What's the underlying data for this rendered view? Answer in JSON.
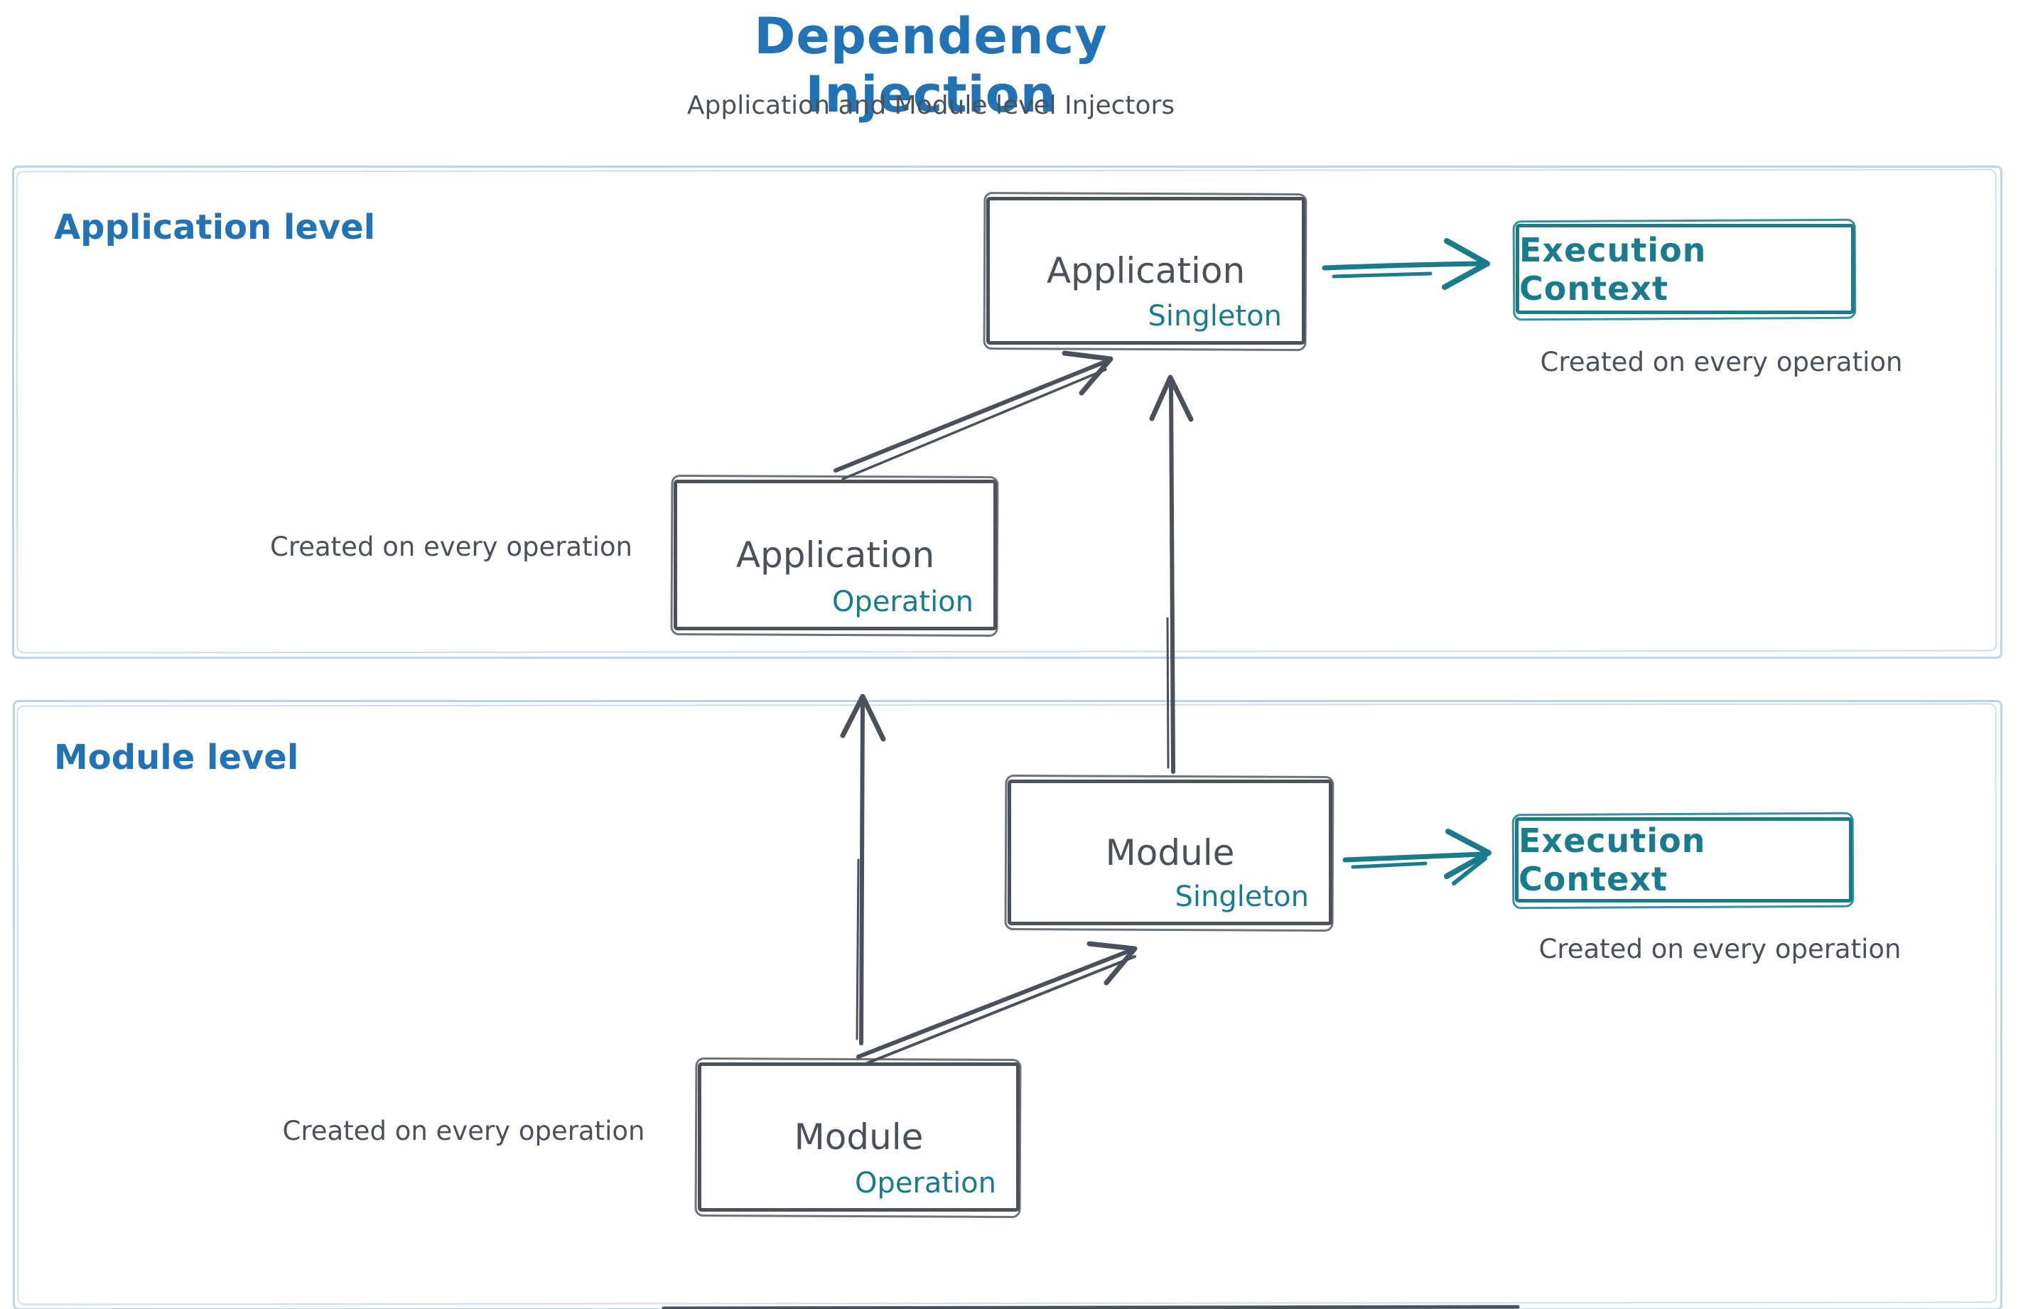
{
  "title": "Dependency Injection",
  "subtitle": "Application and Module level Injectors",
  "colors": {
    "accent_blue": "#2173b6",
    "ink_gray": "#4a515a",
    "teal": "#1a7b8d",
    "container_border": "#bcd3ef"
  },
  "sections": {
    "application": {
      "label": "Application level"
    },
    "module": {
      "label": "Module level"
    }
  },
  "nodes": {
    "app_singleton": {
      "title": "Application",
      "badge": "Singleton"
    },
    "app_operation": {
      "title": "Application",
      "badge": "Operation"
    },
    "module_singleton": {
      "title": "Module",
      "badge": "Singleton"
    },
    "module_operation": {
      "title": "Module",
      "badge": "Operation"
    },
    "ec_app": {
      "title": "Execution Context"
    },
    "ec_module": {
      "title": "Execution Context"
    }
  },
  "annotations": {
    "app_right": "Created on every operation",
    "app_left": "Created on every operation",
    "module_right": "Created on every operation",
    "module_left": "Created on every operation"
  },
  "edges": [
    {
      "from": "application-operation",
      "to": "application-singleton"
    },
    {
      "from": "application-singleton",
      "to": "execution-context-application"
    },
    {
      "from": "module-operation",
      "to": "application-operation"
    },
    {
      "from": "module-singleton",
      "to": "application-singleton"
    },
    {
      "from": "module-operation",
      "to": "module-singleton"
    },
    {
      "from": "module-singleton",
      "to": "execution-context-module"
    }
  ]
}
